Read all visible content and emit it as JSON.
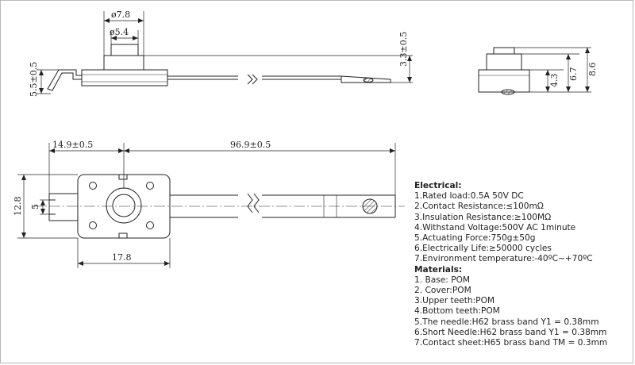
{
  "dimensions": {
    "dia_outer": "ø7.8",
    "dia_inner": "ø5.4",
    "height_left": "5.5±0.5",
    "height_right": "3.3±0.5",
    "side_h1": "4.3",
    "side_h2": "6.7",
    "side_h3": "8.6",
    "plan_left": "14.9±0.5",
    "plan_right": "96.9±0.5",
    "plan_height": "12.8",
    "plan_slot": "5",
    "plan_width": "17.8"
  },
  "specs": {
    "electrical_heading": "Electrical:",
    "electrical": [
      "1.Rated load:0.5A 50V DC",
      "2.Contact Resistance:≤100mΩ",
      "3.Insulation Resistance:≥100MΩ",
      "4.Withstand Voltage:500V AC 1minute",
      "5.Actuating Force:750g±50g",
      "6.Electrically Life:≥50000 cycles",
      "7.Environment temperature:-40ºC~+70ºC"
    ],
    "materials_heading": "Materials:",
    "materials": [
      "1. Base: POM",
      "2. Cover:POM",
      "3.Upper teeth:POM",
      "4.Bottom teeth:POM",
      "5.The needle:H62 brass band Y1 = 0.38mm",
      "6.Short Needle:H62 brass band Y1 = 0.38mm",
      "7.Contact sheet:H65 brass band TM = 0.3mm"
    ]
  }
}
